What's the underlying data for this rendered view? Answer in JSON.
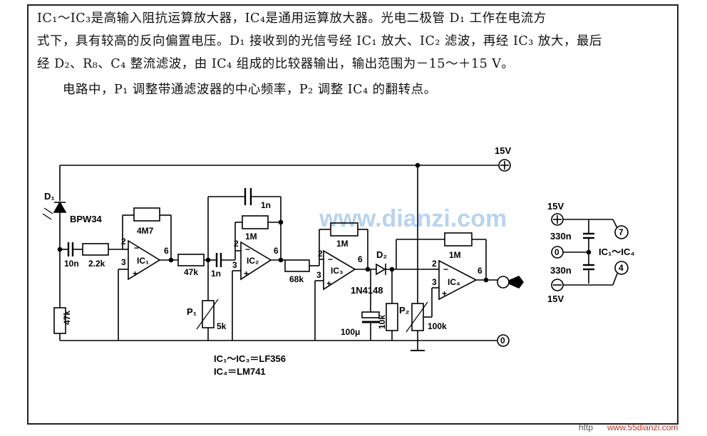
{
  "description": {
    "line1": "IC₁～IC₃是高输入阻抗运算放大器，IC₄是通用运算放大器。光电二极管 D₁ 工作在电流方",
    "line2": "式下，具有较高的反向偏置电压。D₁ 接收到的光信号经 IC₁ 放大、IC₂ 滤波，再经 IC₃ 放大，最后",
    "line3": "经 D₂、R₈、C₄ 整流滤波，由 IC₄ 组成的比较器输出，输出范围为－15～＋15 V。",
    "line4": "电路中，P₁ 调整带通滤波器的中心频率，P₂ 调整 IC₄ 的翻转点。"
  },
  "schematic": {
    "supply_pos": "15V",
    "ground_symbol": "0",
    "d1": {
      "name": "D₁",
      "part": "BPW34"
    },
    "c_10n": "10n",
    "r_2k2": "2.2k",
    "r_4m7": "4M7",
    "r_47k_in": "47k",
    "r_47k_mid": "47k",
    "c_1n_a": "1n",
    "c_1n_b": "1n",
    "r_1m_ic2": "1M",
    "r_68k": "68k",
    "r_1m_ic3": "1M",
    "r_1m_ic4": "1M",
    "d2": {
      "name": "D₂",
      "part": "1N4148"
    },
    "c_100u": "100μ",
    "r_10k": "10k",
    "p1": {
      "name": "P₁",
      "value": "5k"
    },
    "p2": {
      "name": "P₂",
      "value": "100k"
    },
    "ic1": "IC₁",
    "ic2": "IC₂",
    "ic3": "IC₃",
    "ic4": "IC₄",
    "parts_note_1": "IC₁～IC₃＝LF356",
    "parts_note_2": "IC₄＝LM741",
    "pins": {
      "p2": "2",
      "p3": "3",
      "p6": "6"
    }
  },
  "supply_inset": {
    "pos_label": "15V",
    "neg_label": "15V",
    "cap_top": "330n",
    "cap_bottom": "330n",
    "zero": "0",
    "pin7": "7",
    "pin4": "4",
    "ic_label": "IC₁～IC₄"
  },
  "watermark": "www.dianzi.com",
  "footer": {
    "prefix": "http",
    "url": "www.55dianzi.com"
  }
}
